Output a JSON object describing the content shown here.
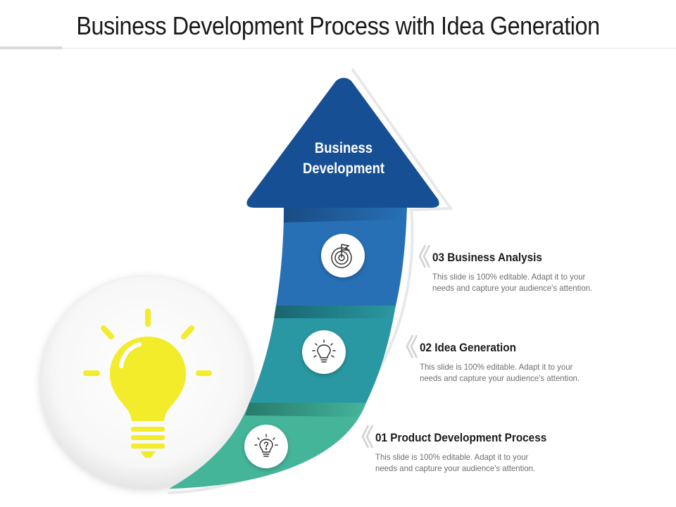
{
  "title": "Business Development Process with Idea Generation",
  "arrow": {
    "label_line1": "Business",
    "label_line2": "Development"
  },
  "steps": [
    {
      "number": "03",
      "name": "Business Analysis",
      "description": "This slide is 100% editable. Adapt it to your needs and capture your audience's attention.",
      "icon": "target-flag-icon",
      "color": "#2870b5"
    },
    {
      "number": "02",
      "name": "Idea Generation",
      "description": "This slide is 100% editable. Adapt it to your needs and capture your audience's attention.",
      "icon": "lightbulb-icon",
      "color": "#2a98a2"
    },
    {
      "number": "01",
      "name": "Product Development Process",
      "description": "This slide is 100% editable. Adapt it to your needs and capture your audience's attention.",
      "icon": "question-bulb-icon",
      "color": "#45b59a"
    }
  ],
  "colors": {
    "arrow_head": "#174f94",
    "bulb": "#f2ec2b",
    "bulb_base": "#f2ec2b",
    "chevron": "#d9d9d9"
  }
}
